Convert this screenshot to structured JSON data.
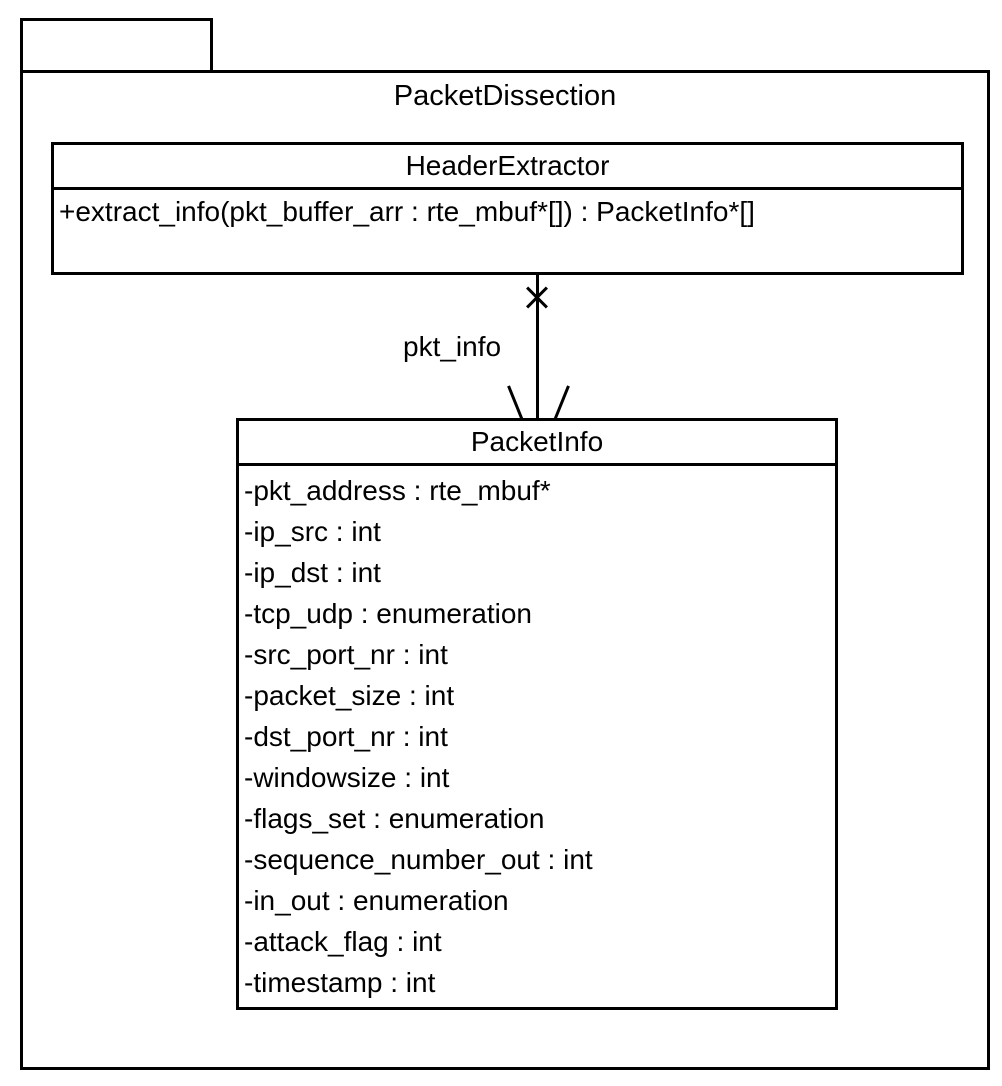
{
  "diagram": {
    "type": "uml-class-diagram",
    "package": {
      "name": "PacketDissection",
      "tab_label": ""
    },
    "classes": [
      {
        "id": "header-extractor",
        "name": "HeaderExtractor",
        "attributes": [],
        "operations": [
          "+extract_info(pkt_buffer_arr : rte_mbuf*[]) : PacketInfo*[]"
        ]
      },
      {
        "id": "packet-info",
        "name": "PacketInfo",
        "attributes": [
          "-pkt_address : rte_mbuf*",
          "-ip_src : int",
          "-ip_dst : int",
          "-tcp_udp : enumeration",
          "-src_port_nr : int",
          "-packet_size : int",
          "-dst_port_nr : int",
          "-windowsize : int",
          "-flags_set : enumeration",
          "-sequence_number_out : int",
          "-in_out : enumeration",
          "-attack_flag : int",
          "-timestamp : int"
        ],
        "operations": []
      }
    ],
    "connector": {
      "label": "pkt_info",
      "source": "HeaderExtractor",
      "target": "PacketInfo",
      "source_marker": "cross",
      "target_marker": "open-arrow"
    },
    "colors": {
      "stroke": "#000000",
      "fill": "#ffffff",
      "text": "#000000"
    }
  }
}
